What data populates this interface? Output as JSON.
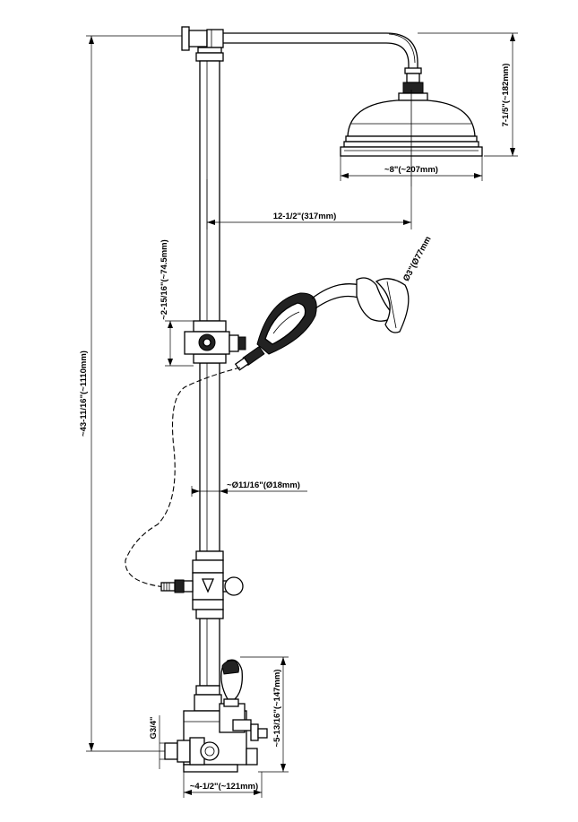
{
  "dimensions": {
    "total_height": "~43-11/16\"(~1110mm)",
    "head_height": "7-1/5\"(~182mm)",
    "head_diameter": "~8\"(~207mm)",
    "arm_reach": "12-1/2\"(317mm)",
    "holder_height": "~2-15/16\"(~74.5mm)",
    "handshower_diameter": "Ø3\"(Ø77mm",
    "rail_diameter": "~Ø11/16\"(Ø18mm)",
    "inlet_thread": "G3/4\"",
    "valve_height": "~5-13/16\"(~147mm)",
    "valve_width": "~4-1/2\"(~121mm)"
  }
}
